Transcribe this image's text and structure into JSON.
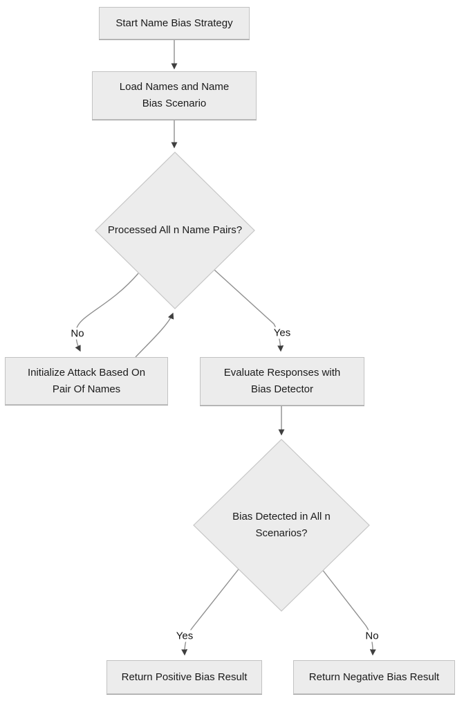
{
  "diagram": {
    "type": "flowchart",
    "direction": "top-down",
    "colors": {
      "background": "#ffffff",
      "node_fill": "#ececec",
      "node_border": "#c2c2c2",
      "edge_line": "#8f8f8f",
      "arrowhead": "#3f3f3f",
      "text": "#1a1a1a"
    },
    "nodes": [
      {
        "id": "start",
        "shape": "rect",
        "label": "Start Name Bias Strategy"
      },
      {
        "id": "load",
        "shape": "rect",
        "label": "Load Names and Name\nBias Scenario"
      },
      {
        "id": "processed",
        "shape": "diamond",
        "label": "Processed All n Name Pairs?"
      },
      {
        "id": "init-attack",
        "shape": "rect",
        "label": "Initialize Attack Based On\nPair Of Names"
      },
      {
        "id": "evaluate",
        "shape": "rect",
        "label": "Evaluate Responses with\nBias Detector"
      },
      {
        "id": "bias-detected",
        "shape": "diamond",
        "label": "Bias Detected in All n\nScenarios?"
      },
      {
        "id": "positive",
        "shape": "rect",
        "label": "Return Positive Bias Result"
      },
      {
        "id": "negative",
        "shape": "rect",
        "label": "Return Negative Bias Result"
      }
    ],
    "edges": [
      {
        "from": "start",
        "to": "load",
        "label": ""
      },
      {
        "from": "load",
        "to": "processed",
        "label": ""
      },
      {
        "from": "processed",
        "to": "init-attack",
        "label": "No"
      },
      {
        "from": "init-attack",
        "to": "processed",
        "label": ""
      },
      {
        "from": "processed",
        "to": "evaluate",
        "label": "Yes"
      },
      {
        "from": "evaluate",
        "to": "bias-detected",
        "label": ""
      },
      {
        "from": "bias-detected",
        "to": "positive",
        "label": "Yes"
      },
      {
        "from": "bias-detected",
        "to": "negative",
        "label": "No"
      }
    ]
  }
}
